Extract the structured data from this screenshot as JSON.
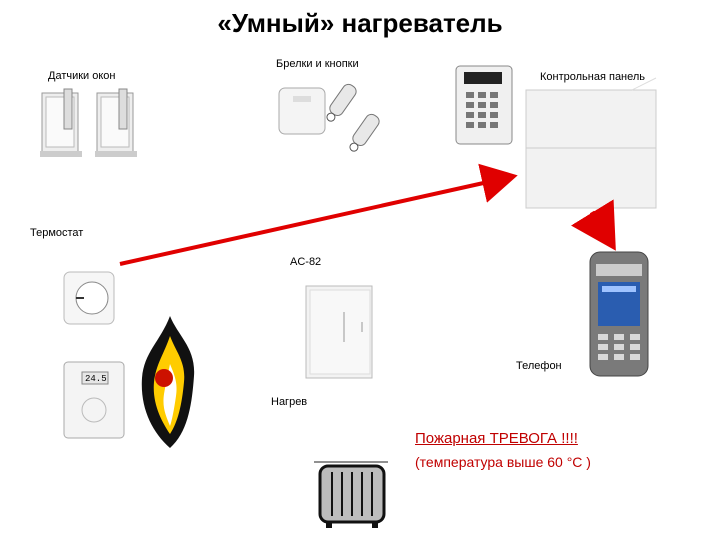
{
  "title": "«Умный» нагреватель",
  "labels": {
    "window_sensors": "Датчики окон",
    "keyfobs": "Брелки и кнопки",
    "control_panel": "Контрольная панель",
    "thermostat": "Термостат",
    "ac82": "AC-82",
    "phone": "Телефон",
    "heating": "Нагрев"
  },
  "alarm": {
    "title": "Пожарная ТРЕВОГА !!!!",
    "subtitle": "(температура выше 60 °С )"
  },
  "thermostat_display": "24.5",
  "colors": {
    "arrow": "#e00000",
    "alarm_text": "#c00000",
    "device_body": "#f2f2f2"
  }
}
